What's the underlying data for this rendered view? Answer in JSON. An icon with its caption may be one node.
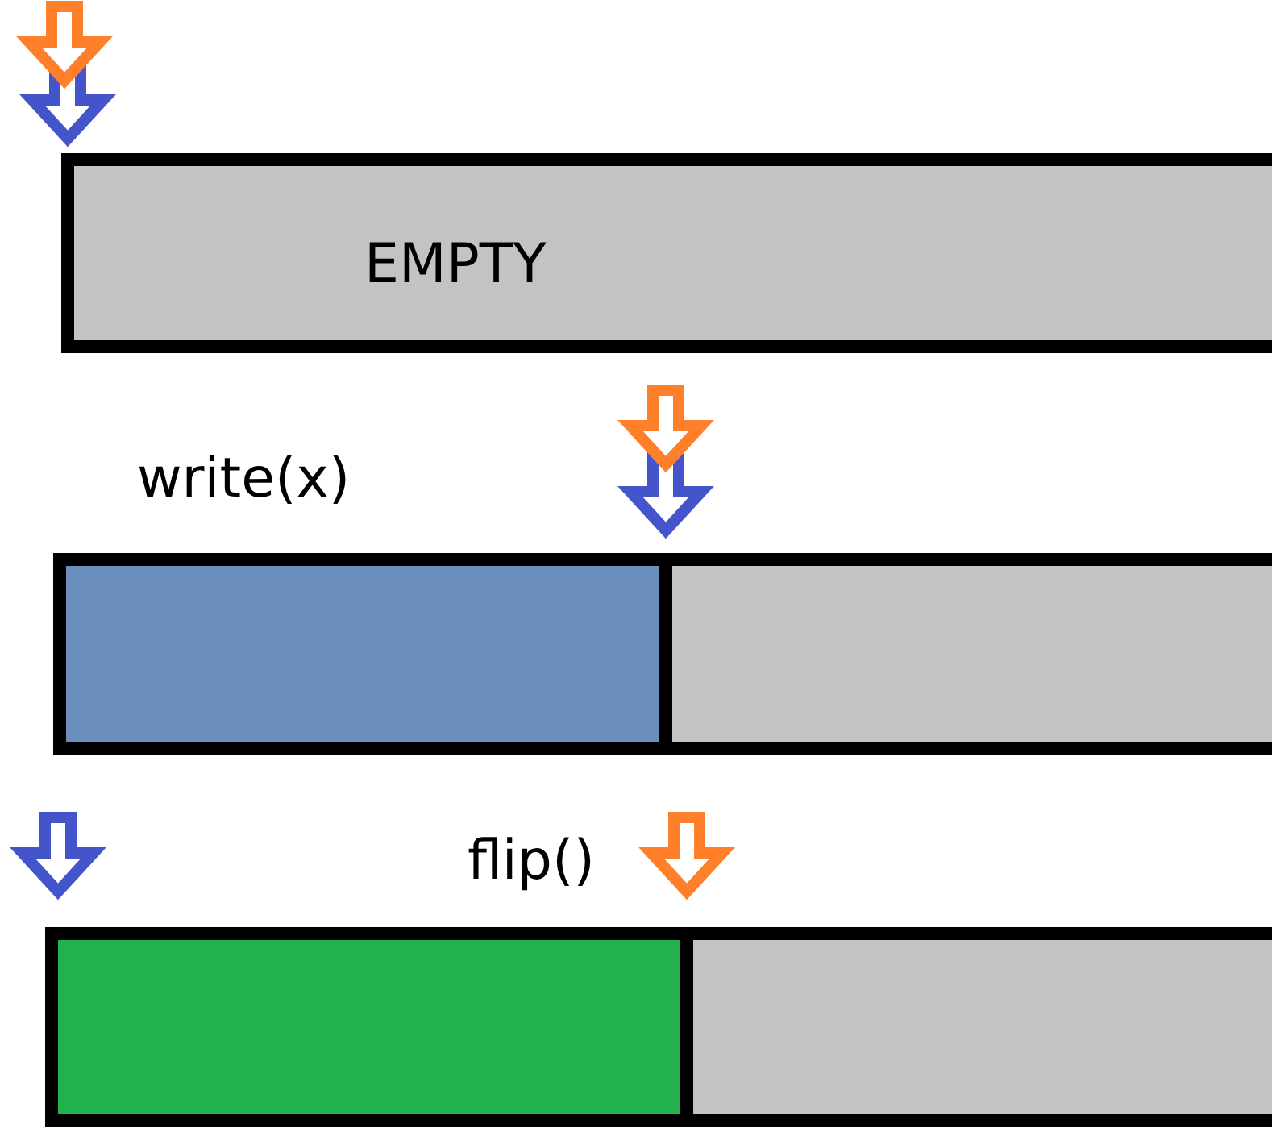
{
  "diagram": {
    "nodes": [
      {
        "text": [
          "EMPTY"
        ]
      },
      {
        "text": [],
        "shape": "box"
      },
      {
        "text": [],
        "shape": "box"
      },
      {
        "text": [],
        "shape": "box"
      },
      {
        "text": [],
        "shape": "box"
      }
    ],
    "labels": [
      "write(x)",
      "flip()"
    ]
  }
}
